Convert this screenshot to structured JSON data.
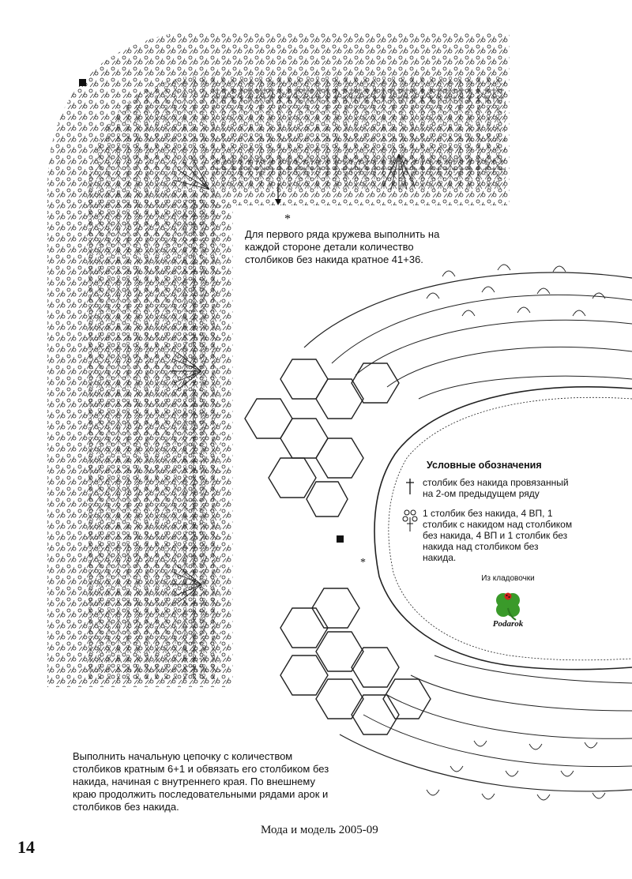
{
  "notes": {
    "top": "Для первого ряда кружева выполнить на каждой стороне детали количество столбиков без накида кратное 41+36.",
    "bottom": "Выполнить начальную цепочку с количеством столбиков кратным 6+1 и обвязать его столбиком без накида, начиная с внутреннего края. По внешнему краю продолжить последовательными рядами арок и столбиков без накида."
  },
  "legend": {
    "title": "Условные обозначения",
    "items": [
      {
        "symbol": "dagger-stitch-icon",
        "text": "столбик без накида провязанный на 2-ом предыдущем ряду"
      },
      {
        "symbol": "picot-loop-icon",
        "text": "1 столбик без накида, 4 ВП, 1 столбик с накидом над столбиком без накида, 4 ВП и 1 столбик без накида над столбиком без накида."
      }
    ]
  },
  "credit": {
    "label": "Из кладовочки",
    "brand": "Podarok",
    "logo": "clover-ladybug-icon"
  },
  "marks": {
    "asterisk": "*"
  },
  "footer": {
    "magazine": "Мода и модель 2005-09",
    "page": "14"
  },
  "colors": {
    "ink": "#111111",
    "clover": "#3a9a2a",
    "ladybug": "#d2221c",
    "paper": "#ffffff"
  }
}
